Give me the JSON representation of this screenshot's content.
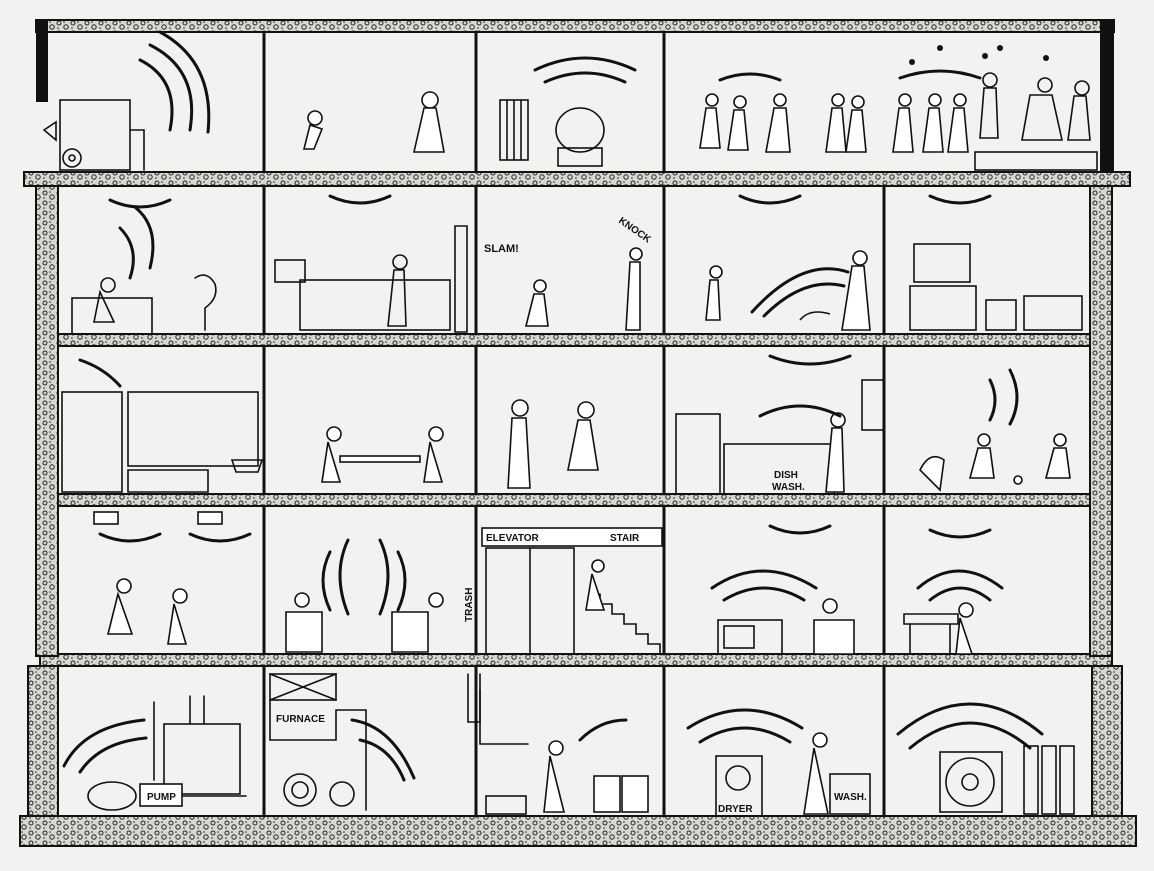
{
  "labels": {
    "slam": "SLAM!",
    "knock": "KNOCK",
    "dish_wash": "DISH\nWASH.",
    "elevator": "ELEVATOR",
    "stair": "STAIR",
    "trash": "TRASH",
    "furnace": "FURNACE",
    "pump": "PUMP",
    "dryer": "DRYER",
    "wash": "WASH."
  },
  "colors": {
    "ink": "#111111",
    "paper": "#f2f2f0",
    "concrete": "#9a9a94"
  }
}
